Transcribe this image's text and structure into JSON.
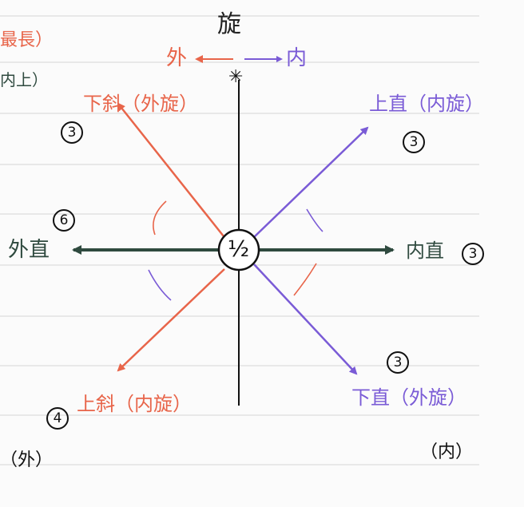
{
  "colors": {
    "red": "#e8654a",
    "purple": "#7a5bd6",
    "green": "#2f4a3f",
    "black": "#111111",
    "line": "#cfcfcf"
  },
  "top": {
    "title": "旋",
    "left_word": "外",
    "right_word": "内",
    "star": "✳"
  },
  "center": {
    "text": "½"
  },
  "directions": {
    "lower_oblique": "下斜（外旋）",
    "upper_oblique": "上斜（内旋）",
    "superior_rectus": "上直（内旋）",
    "inferior_rectus": "下直（外旋）",
    "lateral_rectus": "外直",
    "medial_rectus": "内直"
  },
  "numbers": {
    "lower_oblique": "3",
    "upper_oblique": "4",
    "superior_rectus": "3",
    "inferior_rectus": "3",
    "lateral_rectus": "6",
    "medial_rectus": "3"
  },
  "margin": {
    "top_left_red": "最長）",
    "top_left_green": "内上）",
    "bottom_left": "（外）",
    "bottom_right": "（内）"
  }
}
